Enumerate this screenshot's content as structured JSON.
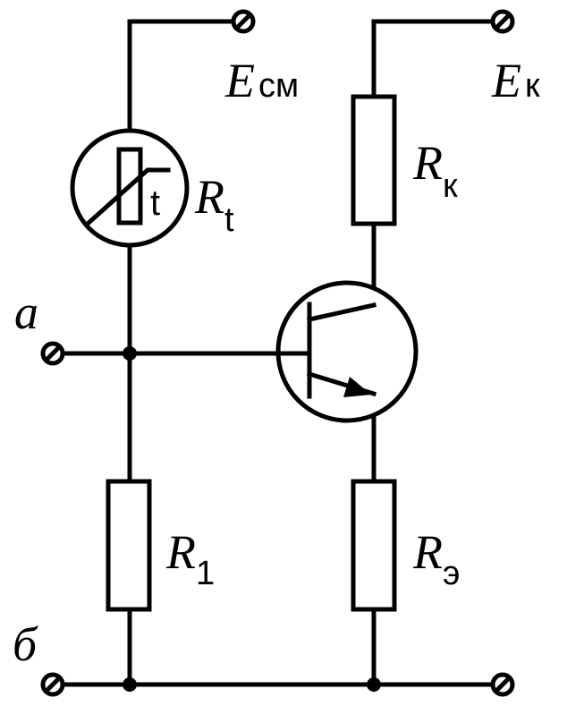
{
  "labels": {
    "e_sm": {
      "main": "E",
      "sub": "см"
    },
    "e_k": {
      "main": "E",
      "sub": "к"
    },
    "r_t": {
      "main": "R",
      "sub": "t"
    },
    "r_k": {
      "main": "R",
      "sub": "к"
    },
    "r_1": {
      "main": "R",
      "sub": "1"
    },
    "r_e": {
      "main": "R",
      "sub": "э"
    },
    "node_a": "a",
    "node_b": "б",
    "thermistor_mark": "t"
  }
}
